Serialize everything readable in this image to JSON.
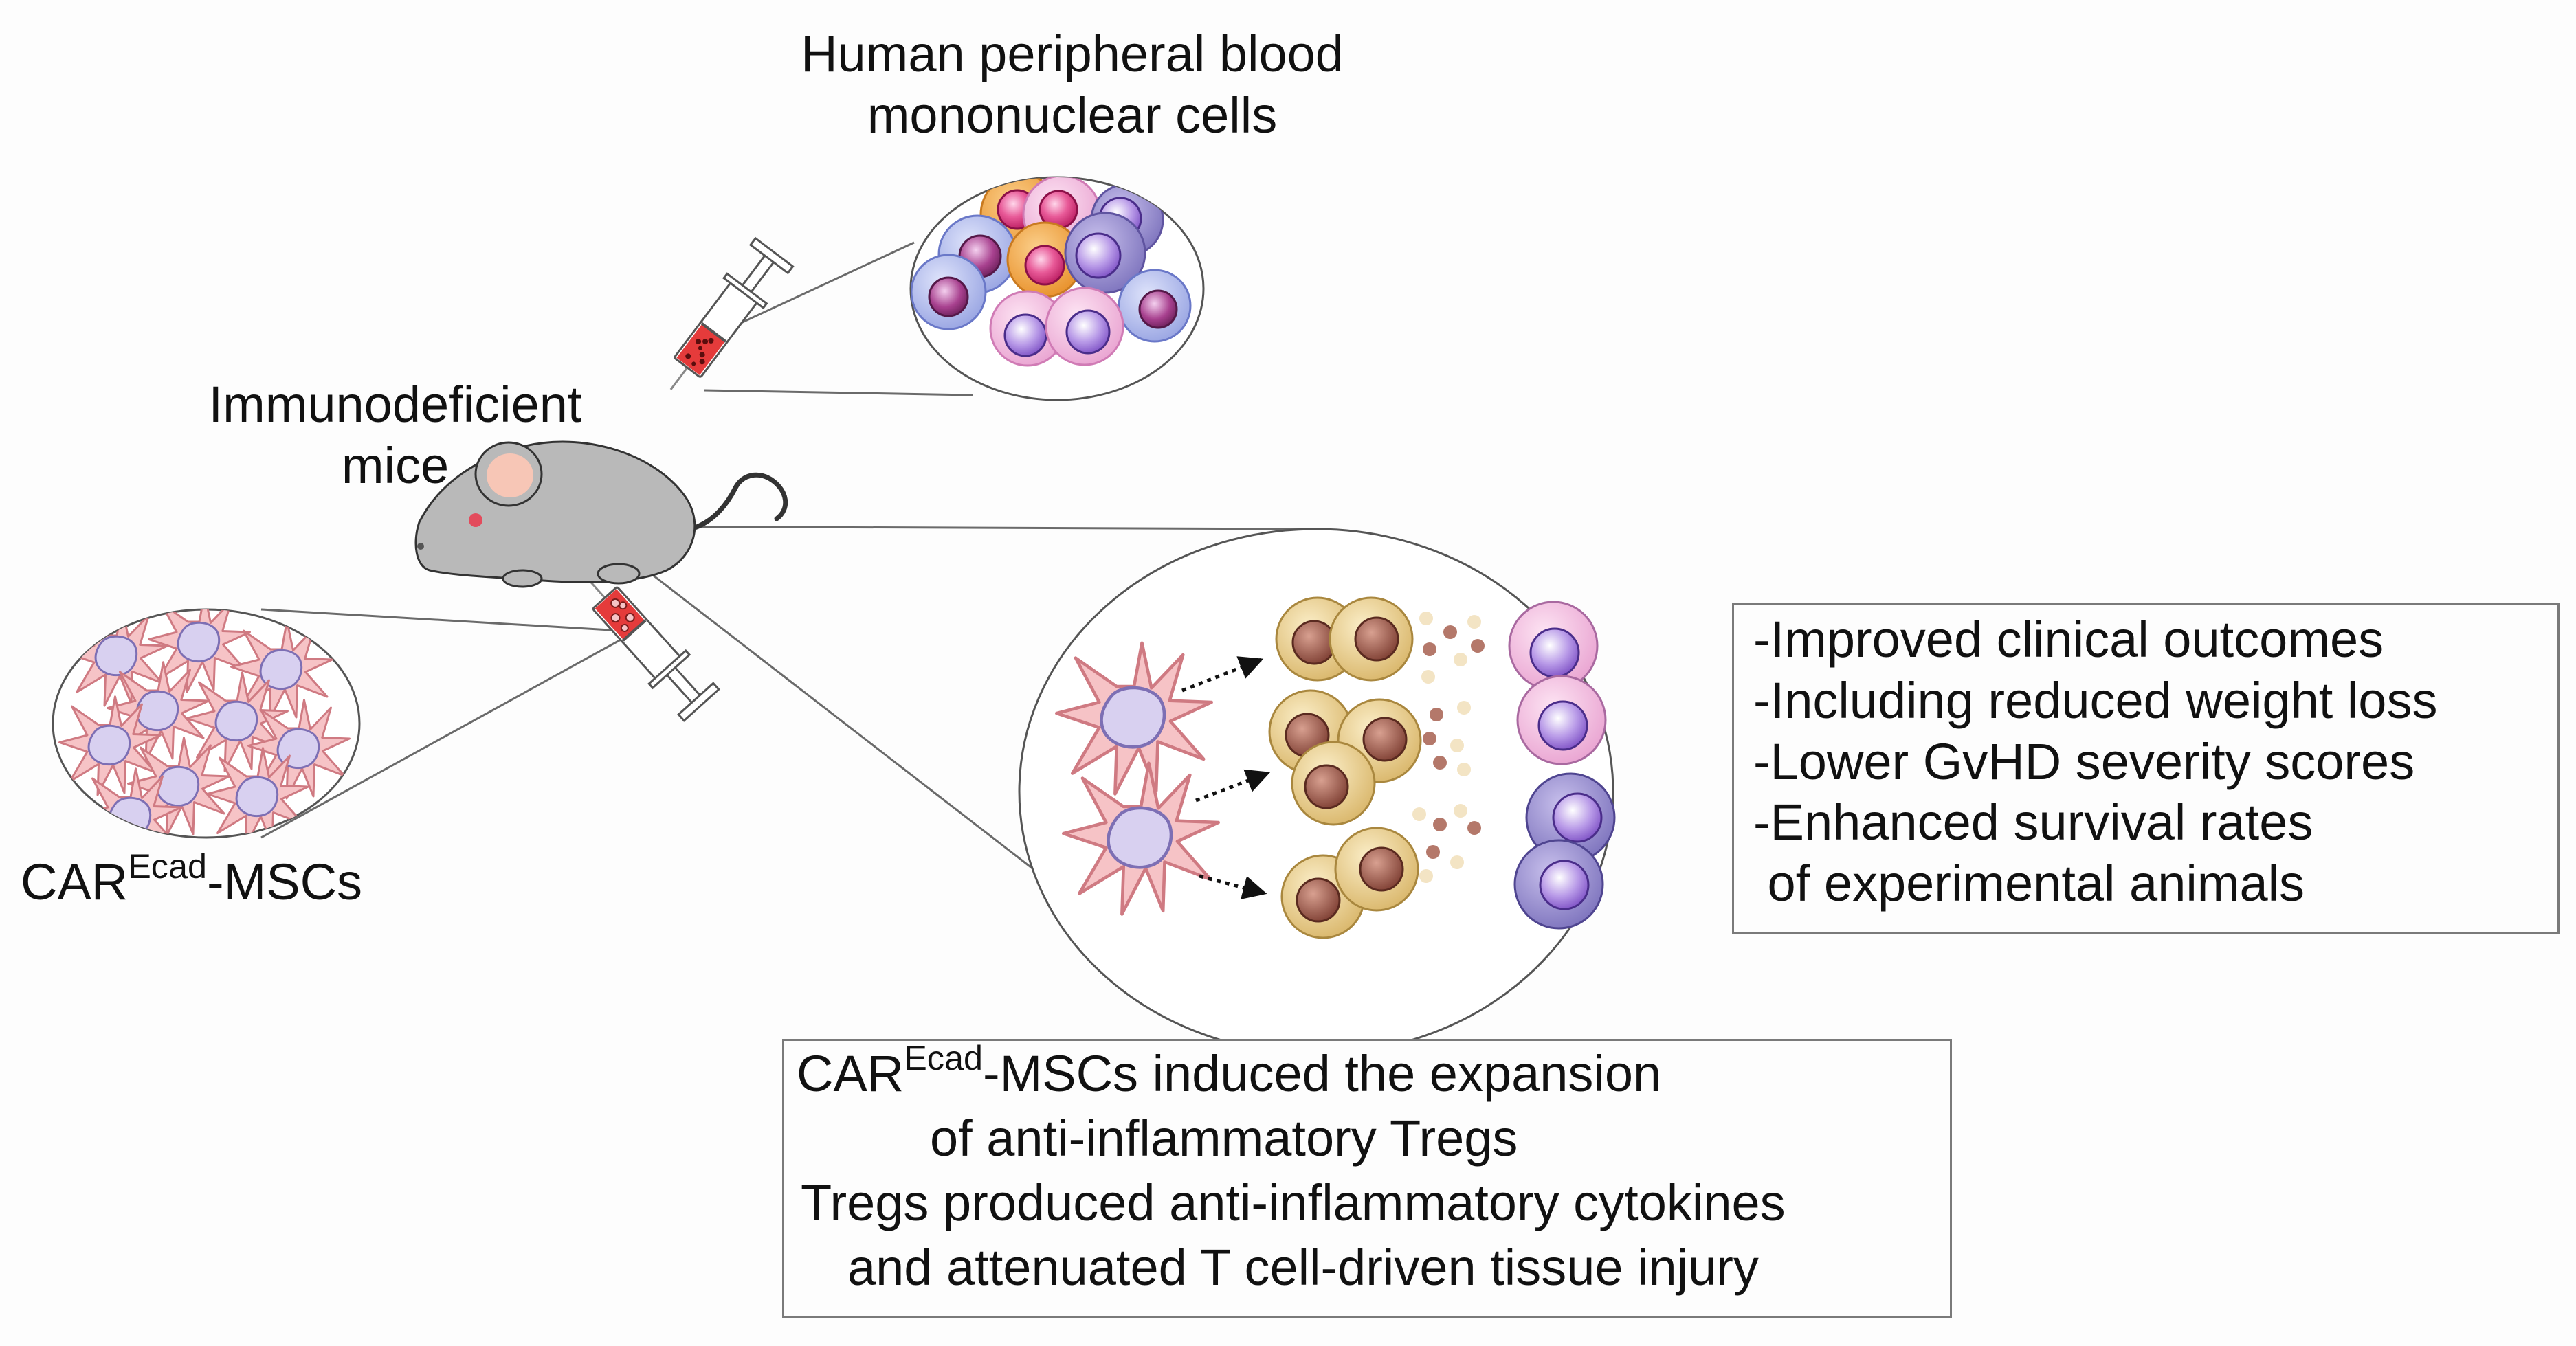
{
  "labels": {
    "pbmc_line1": "Human peripheral blood",
    "pbmc_line2": "mononuclear cells",
    "mice_line1": "Immunodeficient",
    "mice_line2": "mice",
    "car_prefix": "CAR",
    "car_super": "Ecad",
    "car_suffix": "-MSCs"
  },
  "outcomes_box": {
    "lines": [
      "-Improved clinical outcomes",
      "-Including reduced weight loss",
      "-Lower GvHD severity scores",
      "-Enhanced survival rates",
      " of experimental animals"
    ]
  },
  "mechanism_box": {
    "line1_prefix": "CAR",
    "line1_super": "Ecad",
    "line1_suffix": "-MSCs induced the expansion",
    "line2": "of anti-inflammatory Tregs",
    "line3": "Tregs produced anti-inflammatory cytokines",
    "line4": "and attenuated T cell-driven tissue injury"
  },
  "colors": {
    "msc_fill": "#f6c3c6",
    "msc_nucleus": "#d8d0f0",
    "treg_outer": "#e8cf8e",
    "treg_nucleus": "#9a5646",
    "tcell_outer": "#8f86c8",
    "tcell_nucleus": "#c7b2ee",
    "pink_cell": "#f3b8de",
    "orange_cell": "#f2a84a",
    "magenta_nucleus": "#e0407e",
    "mouse_body": "#b9b9b9"
  },
  "icons": [
    "mouse-icon",
    "syringe-icon",
    "msc-cell-icon",
    "treg-cell-icon",
    "t-cell-icon",
    "cytokine-dot-icon",
    "arrow-icon"
  ]
}
